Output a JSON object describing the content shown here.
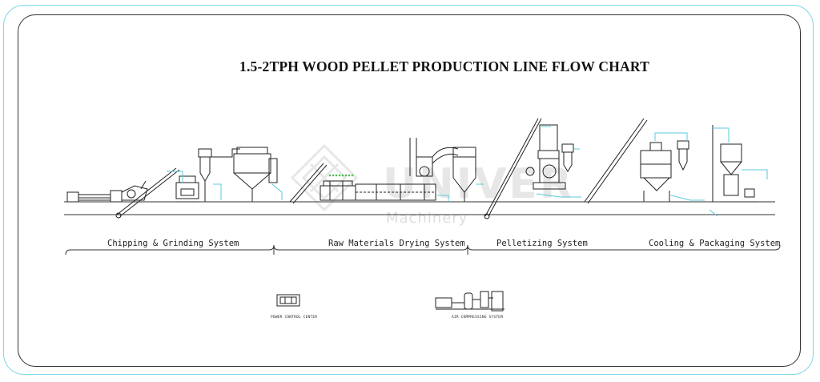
{
  "title": "1.5-2TPH WOOD PELLET PRODUCTION LINE FLOW CHART",
  "watermark": {
    "brand": "UNIVER",
    "sub": "Machinery"
  },
  "systems": [
    {
      "label": "Chipping & Grinding System"
    },
    {
      "label": "Raw Materials Drying System"
    },
    {
      "label": "Pelletizing System"
    },
    {
      "label": "Cooling & Packaging System"
    }
  ],
  "auxiliary": [
    {
      "label": "POWER CONTROL CENTER"
    },
    {
      "label": "AIR COMPRESSING SYSTEM"
    }
  ],
  "colors": {
    "frame_outer": "#7fd6e6",
    "pipe": "#5bc8dc",
    "line": "#222222",
    "watermark": "#cfcfcf"
  }
}
